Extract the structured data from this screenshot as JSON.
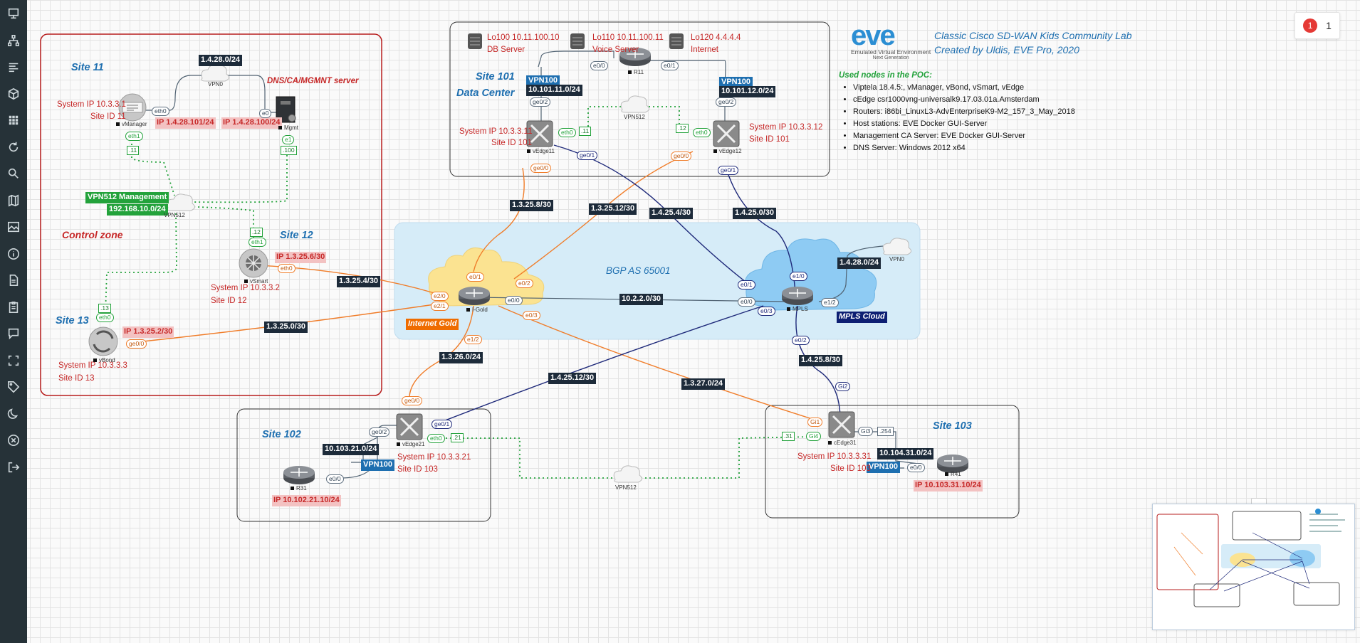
{
  "sidebar": {
    "icons": [
      "monitor-icon",
      "network-icon",
      "list-icon",
      "cube-icon",
      "grid-icon",
      "refresh-icon",
      "search-icon",
      "map-icon",
      "image-icon",
      "info-icon",
      "document-icon",
      "clipboard-icon",
      "chat-icon",
      "fullscreen-icon",
      "tag-icon",
      "moon-icon",
      "close-icon",
      "logout-icon"
    ]
  },
  "notification": {
    "badge": "1",
    "count": "1"
  },
  "logo": {
    "brand": "eve",
    "tagline": "Emulated Virtual Environment",
    "sub": "Next Generation"
  },
  "lab": {
    "title": "Classic Cisco SD-WAN Kids Community Lab",
    "subtitle": "Created by Uldis, EVE Pro, 2020"
  },
  "poc": {
    "heading": "Used nodes in the POC:",
    "items": [
      "Viptela 18.4.5:, vManager, vBond, vSmart, vEdge",
      "cEdge csr1000vng-universalk9.17.03.01a.Amsterdam",
      "Routers: i86bi_LinuxL3-AdvEnterpriseK9-M2_157_3_May_2018",
      "Host stations: EVE Docker GUI-Server",
      "Management CA Server: EVE Docker GUI-Server",
      "DNS Server: Windows 2012 x64"
    ]
  },
  "control": {
    "zone_label": "Control zone",
    "site11": "Site 11",
    "site12": "Site 12",
    "site13": "Site 13",
    "dns_label": "DNS/CA/MGMNT server",
    "vmanager_sys": "System IP 10.3.3.1",
    "vmanager_site": "Site ID 11",
    "vmanager_ip": "IP 1.4.28.101/24",
    "mgmt_ip": "IP 1.4.28.100/24",
    "net_vpn0": "1.4.28.0/24",
    "vpn512_mgmt": "VPN512 Management",
    "vpn512_net": "192.168.10.0/24",
    "vsmart_ip": "IP 1.3.25.6/30",
    "vsmart_sys": "System IP 10.3.3.2",
    "vsmart_site": "Site ID 12",
    "vbond_ip": "IP 1.3.25.2/30",
    "vbond_sys": "System IP 10.3.3.3",
    "vbond_site": "Site ID 13"
  },
  "dc": {
    "site": "Site 101",
    "subtitle": "Data Center",
    "lo100": "Lo100 10.11.100.10",
    "db": "DB Server",
    "lo110": "Lo110 10.11.100.11",
    "voice": "Voice Server",
    "lo120": "Lo120 4.4.4.4",
    "internet": "Internet",
    "vpn100": "VPN100",
    "net11": "10.101.11.0/24",
    "net12": "10.101.12.0/24",
    "ve11_sys": "System IP 10.3.3.11",
    "ve11_site": "Site ID 101",
    "ve12_sys": "System IP 10.3.3.12",
    "ve12_site": "Site ID 101"
  },
  "transport": {
    "bgp": "BGP AS 65001",
    "internet_gold": "Internet Gold",
    "mpls_cloud": "MPLS Cloud",
    "n_1_3_25_8": "1.3.25.8/30",
    "n_1_3_25_12": "1.3.25.12/30",
    "n_1_4_25_4": "1.4.25.4/30",
    "n_1_4_25_0": "1.4.25.0/30",
    "n_1_4_28_0": "1.4.28.0/24",
    "n_1_3_25_4": "1.3.25.4/30",
    "n_1_3_25_0": "1.3.25.0/30",
    "n_10_2_2_0": "10.2.2.0/30",
    "n_1_3_26_0": "1.3.26.0/24",
    "n_1_4_25_12": "1.4.25.12/30",
    "n_1_3_27_0": "1.3.27.0/24",
    "n_1_4_25_8": "1.4.25.8/30"
  },
  "site102": {
    "site": "Site 102",
    "net": "10.103.21.0/24",
    "vpn100": "VPN100",
    "r31_ip": "IP 10.102.21.10/24",
    "sys": "System IP 10.3.3.21",
    "site_id": "Site ID 103"
  },
  "site103": {
    "site": "Site 103",
    "net": "10.104.31.0/24",
    "vpn100": "VPN100",
    "r41_ip": "IP 10.103.31.10/24",
    "sys": "System IP 10.3.3.31",
    "site_id": "Site ID 103"
  },
  "nodes": {
    "vmanager": "vManager",
    "mgmt": "Mgmt",
    "vpn0": "VPN0",
    "vpn512": "VPN512",
    "vsmart": "vSmart",
    "vbond": "vBond",
    "r11": "R11",
    "vedge11": "vEdge11",
    "vedge12": "vEdge12",
    "igold": "I-Gold",
    "mpls": "MPLS",
    "vedge21": "vEdge21",
    "r31": "R31",
    "cedge31": "cEdge31",
    "r41": "R41"
  },
  "ifaces": {
    "eth0": "eth0",
    "eth1": "eth1",
    "e0": "e0",
    "e1": "e1",
    "ge0_0": "ge0/0",
    "ge0_1": "ge0/1",
    "ge0_2": "ge0/2",
    "e0_0": "e0/0",
    "e0_1": "e0/1",
    "e0_2": "e0/2",
    "e0_3": "e0/3",
    "e1_0": "e1/0",
    "e1_2": "e1/2",
    "e2_0": "e2/0",
    "e2_1": "e2/1",
    "gi1": "Gi1",
    "gi2": "Gi2",
    "gi3": "Gi3",
    "gi4": "Gi4",
    "h11": ".11",
    "h12": ".12",
    "h13": ".13",
    "h100": ".100",
    "h21": ".21",
    "h31": ".31",
    "h254": ".254"
  }
}
